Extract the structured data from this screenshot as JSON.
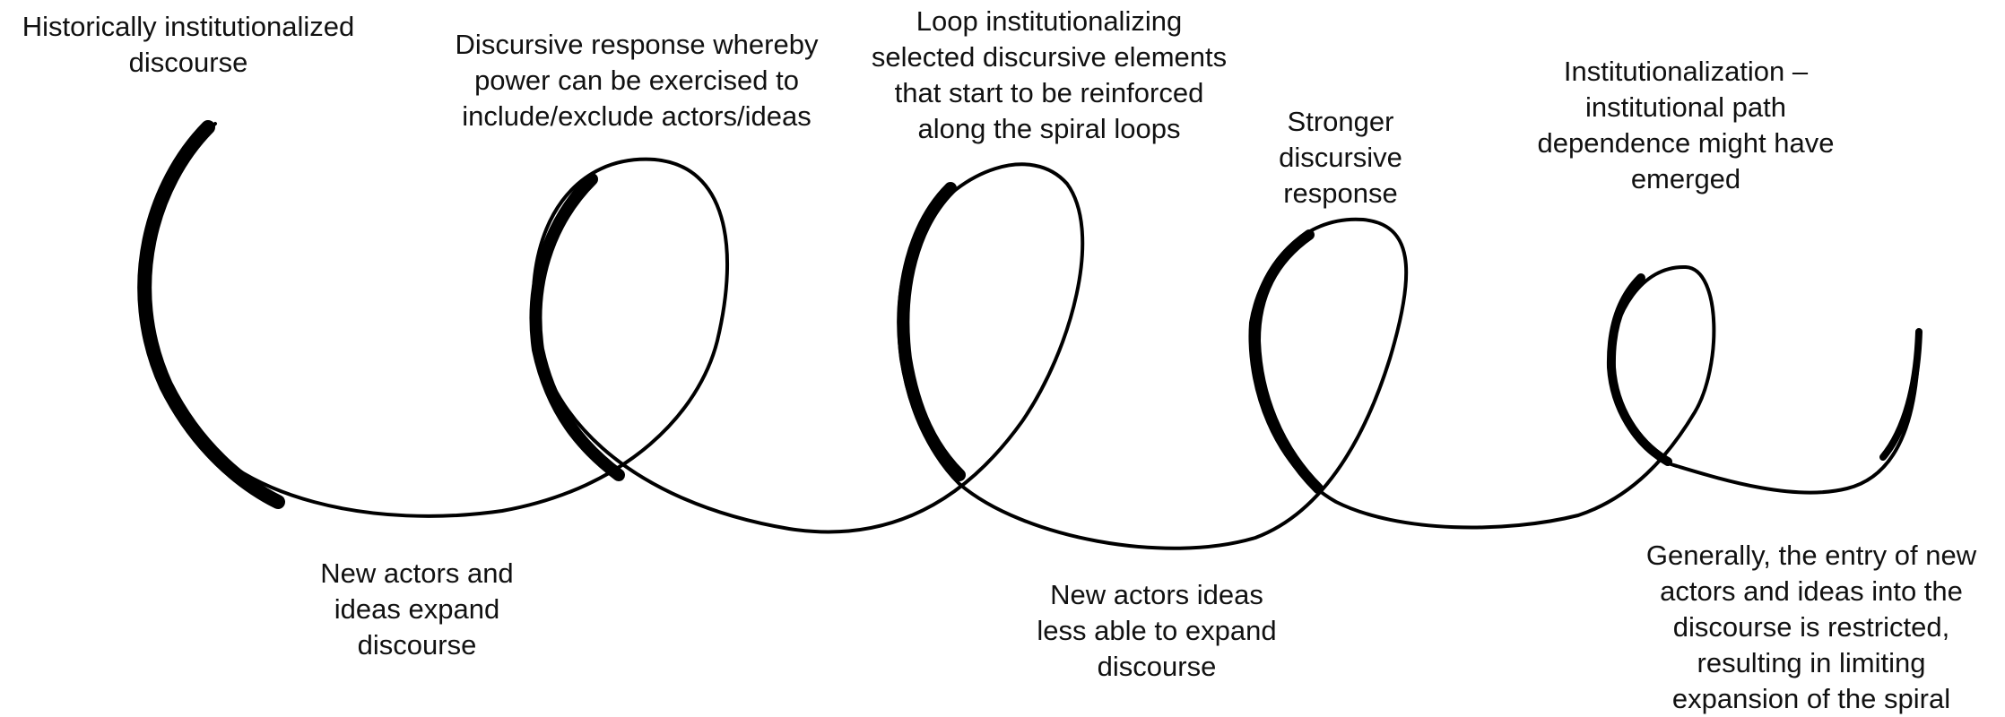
{
  "labels": {
    "historical": "Historically institutionalized\ndiscourse",
    "discursive_response": "Discursive response whereby\npower can be exercised to\ninclude/exclude actors/ideas",
    "loop_institutionalizing": "Loop institutionalizing\nselected discursive elements\nthat start to be reinforced\nalong the spiral loops",
    "stronger_response": "Stronger\ndiscursive\nresponse",
    "institutionalization": "Institutionalization –\ninstitutional path\ndependence might have\nemerged",
    "new_actors_expand": "New actors and\nideas expand\ndiscourse",
    "new_actors_less_able": "New actors ideas\nless able to expand\ndiscourse",
    "generally_restricted": "Generally, the entry of new\nactors and ideas into the\ndiscourse is restricted,\nresulting in limiting\nexpansion of the spiral"
  },
  "colors": {
    "stroke": "#000000",
    "text": "#111111",
    "background": "#ffffff"
  }
}
